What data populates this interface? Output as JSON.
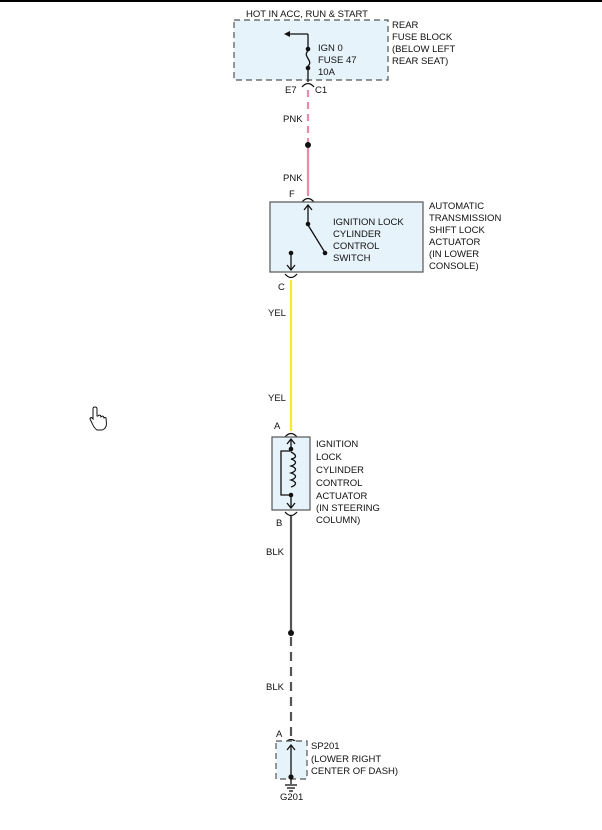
{
  "diagram": {
    "fuse_block": {
      "header": "HOT IN ACC, RUN & START",
      "name_lines": [
        "REAR",
        "FUSE BLOCK",
        "(BELOW LEFT",
        "REAR SEAT)"
      ],
      "fuse_lines": [
        "IGN 0",
        "FUSE 47",
        "10A"
      ],
      "connector_left": "E7",
      "connector_right": "C1"
    },
    "wire_pink": {
      "label_top": "PNK",
      "label_bottom": "PNK",
      "color": "#e98aa8"
    },
    "shift_lock_actuator": {
      "pin_top": "F",
      "pin_bottom": "C",
      "switch_lines": [
        "IGNITION LOCK",
        "CYLINDER",
        "CONTROL",
        "SWITCH"
      ],
      "name_lines": [
        "AUTOMATIC",
        "TRANSMISSION",
        "SHIFT LOCK",
        "ACTUATOR",
        "(IN LOWER",
        "CONSOLE)"
      ]
    },
    "wire_yellow": {
      "label_top": "YEL",
      "label_bottom": "YEL",
      "color": "#f2ea2a"
    },
    "lock_cylinder_actuator": {
      "pin_top": "A",
      "pin_bottom": "B",
      "name_lines": [
        "IGNITION",
        "LOCK",
        "CYLINDER",
        "CONTROL",
        "ACTUATOR",
        "(IN STEERING",
        "COLUMN)"
      ]
    },
    "wire_black": {
      "label_top": "BLK",
      "label_bottom": "BLK",
      "color": "#555555"
    },
    "splice": {
      "pin": "A",
      "name_lines": [
        "SP201",
        "(LOWER RIGHT",
        "CENTER OF DASH)"
      ],
      "ground": "G201"
    },
    "cursor_icon": "hand-pointer-icon"
  }
}
